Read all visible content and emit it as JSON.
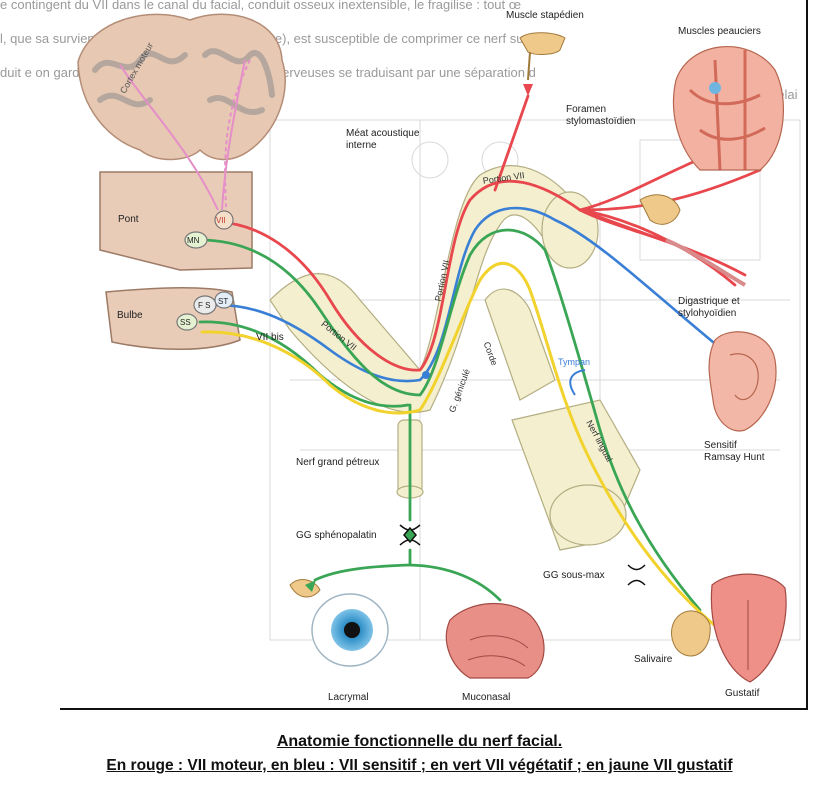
{
  "intro_text": {
    "line1": "e contingent du VII dans le canal du facial, conduit osseux inextensible, le fragilise : tout œ",
    "line2": "l, que sa survient d'origine (a frigore, traumatique), est susceptible de comprimer ce nerf sur lui",
    "line3": "duit e on garde ischémique lorsqu'ur de lésions nerveuses se traduisant par une séparation d",
    "line4": "délai"
  },
  "labels": {
    "muscle_stapedien": "Muscle stapédien",
    "muscles_peauciers": "Muscles peauciers",
    "foramen": "Foramen\nstylomastoïdien",
    "meat": "Méat acoustique\ninterne",
    "pont": "Pont",
    "bulbe": "Bulbe",
    "vii_bis": "VII bis",
    "vii_node": "VII",
    "mn_node": "MN",
    "fs_node": "F S",
    "st_node": "ST",
    "ss_node": "SS",
    "cortex_moteur": "Cortex moteur",
    "nerf_grand_petreux": "Nerf grand pétreux",
    "gg_sphenopalatin": "GG sphénopalatin",
    "gg_sous_max": "GG sous-max",
    "digastrique": "Digastrique et\nstylohyoïdien",
    "sensitif": "Sensitif\nRamsay Hunt",
    "lacrymal": "Lacrymal",
    "muconasal": "Muconasal",
    "salivaire": "Salivaire",
    "gustatif": "Gustatif",
    "portion_vii_1": "Portion VII",
    "portion_vii_2": "Portion VII",
    "portion_vii_3": "Portion VII",
    "g_geniculé": "G. géniculé",
    "corde": "Corde",
    "tympan": "Tympan",
    "nerf_lingual": "Nerf lingual"
  },
  "captions": {
    "title": "Anatomie fonctionnelle du nerf facial.",
    "legend": "En rouge : VII moteur, en bleu : VII sensitif ; en vert VII végétatif ; en jaune VII gustatif"
  },
  "colors": {
    "moteur": "#e8474d",
    "sensitif": "#3a7fd6",
    "vegetatif": "#3aa655",
    "gustatif": "#f2d22c",
    "nerve_sheath": "#f3efcf",
    "brain": "#e7c8b3",
    "pink_tract": "#e58fc8"
  }
}
